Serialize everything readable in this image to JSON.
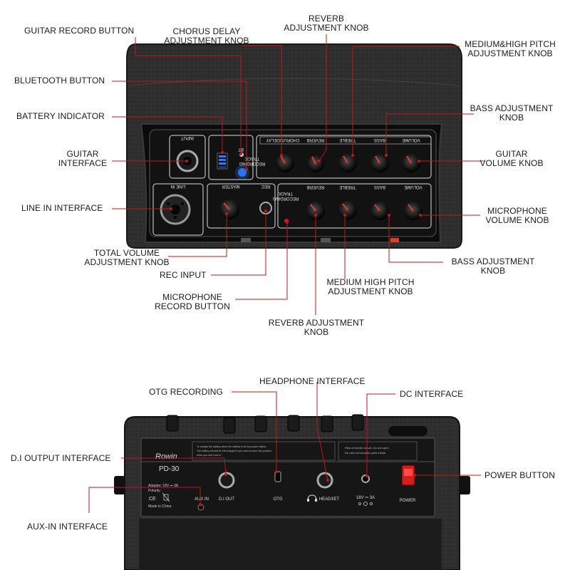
{
  "top_labels": {
    "guitar_record_button": "GUITAR RECORD BUTTON",
    "chorus_delay_knob": [
      "CHORUS DELAY",
      "ADJUSTMENT KNOB"
    ],
    "reverb_knob_top": [
      "REVERB",
      "ADJUSTMENT KNOB"
    ],
    "medium_high_pitch_knob_top": [
      "MEDIUM&HIGH PITCH",
      "ADJUSTMENT KNOB"
    ],
    "bluetooth_button": "BLUETOOTH BUTTON",
    "bass_knob_top": [
      "BASS ADJUSTMENT",
      "KNOB"
    ],
    "battery_indicator": "BATTERY INDICATOR",
    "guitar_interface": [
      "GUITAR",
      "INTERFACE"
    ],
    "guitar_volume_knob": [
      "GUITAR",
      "VOLUME KNOB"
    ],
    "line_in_interface": "LINE IN INTERFACE",
    "microphone_volume_knob": [
      "MICROPHONE",
      "VOLUME KNOB"
    ],
    "total_volume_knob": [
      "TOTAL VOLUME",
      "ADJUSTMENT KNOB"
    ],
    "bass_knob_bottom": [
      "BASS ADJUSTMENT",
      "KNOB"
    ],
    "rec_input": "REC INPUT",
    "medium_high_pitch_knob_bottom": [
      "MEDIUM HIGH PITCH",
      "ADJUSTMENT KNOB"
    ],
    "microphone_record_button": [
      "MICROPHONE",
      "RECORD BUTTON"
    ],
    "reverb_knob_bottom": [
      "REVERB ADJUSTMENT",
      "KNOB"
    ]
  },
  "bottom_labels": {
    "headphone_interface": "HEADPHONE INTERFACE",
    "otg_recording": "OTG RECORDING",
    "dc_interface": "DC INTERFACE",
    "di_output_interface": "D.I OUTPUT INTERFACE",
    "power_button": "POWER BUTTON",
    "aux_in_interface": "AUX-IN INTERFACE"
  },
  "top_panel": {
    "input": "INPUT",
    "line_in": "LINE IN",
    "bt": "BT",
    "chorus_delay": "CHORUS/DELAY",
    "reverb": "REVERB",
    "treble": "TREBLE",
    "bass": "BASS",
    "volume": "VOLUME",
    "master": "MASTER",
    "rec": "REC",
    "track_recording": [
      "TRACK",
      "RECORDING"
    ],
    "track_record_small": [
      "TRACK",
      "RECORDING"
    ]
  },
  "rear_panel": {
    "brand": "Rowin",
    "model": "PD-30",
    "notice_left": [
      "To charge the battery when the battery is at low-power status.",
      "The battery should be full-charged if you want to store the product",
      "when you don't use it."
    ],
    "notice_right": [
      "Risk of electric shock. Do not open.",
      "No user serviceable parts inside."
    ],
    "adapter": "Adapter: 18V ⎓ 3A",
    "polarity": "Polarity:",
    "made_in": "Made in China",
    "aux_in": "AUX IN",
    "di_out": "D.I OUT",
    "otg": "OTG",
    "headset": "HEADSET",
    "dc_rating": "18V ⎓ 3A",
    "power": "POWER"
  },
  "colors": {
    "leader_line": "#c01818",
    "amp_body": "#2b2b2b",
    "panel": "#141414",
    "knob_indicator": "#e53a2a",
    "led_blue": "#2d7bff",
    "power_switch": "#d41e1e"
  },
  "icons": [
    "headphone-icon",
    "dc-polarity-icon",
    "ce-mark-icon",
    "bin-icon"
  ]
}
